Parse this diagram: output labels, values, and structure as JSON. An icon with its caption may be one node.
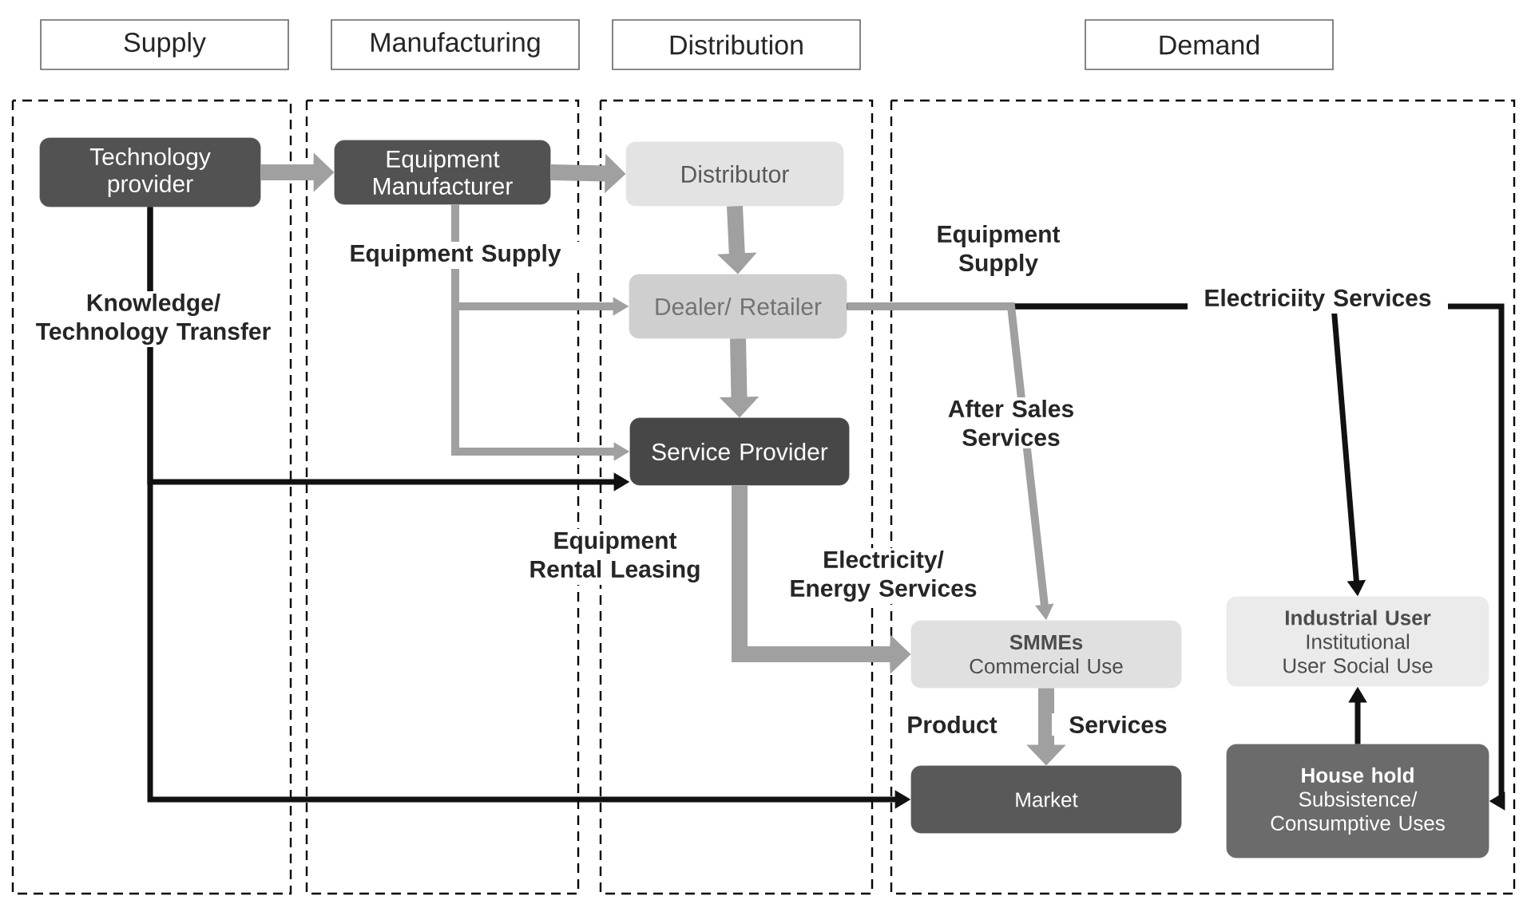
{
  "diagram": {
    "nodes": [
      {
        "text": [
          "Supply"
        ]
      },
      {
        "text": [
          "Manufacturing"
        ]
      },
      {
        "text": [
          "Distribution"
        ]
      },
      {
        "text": [
          "Demand"
        ]
      },
      {
        "text": [
          "Technology provider"
        ]
      },
      {
        "text": [
          "Equipment Manufacturer"
        ]
      },
      {
        "text": [
          "Distributor"
        ]
      },
      {
        "text": [
          "Dealer/ Retailer"
        ]
      },
      {
        "text": [
          "Service Provider"
        ]
      },
      {
        "text": [
          "SMMEs",
          "Commercial Use"
        ]
      },
      {
        "text": [
          "Industrial User",
          "Institutional User Social Use"
        ]
      },
      {
        "text": [
          "Market"
        ]
      },
      {
        "text": [
          "House hold",
          "Subsistence/ Consumptive Uses"
        ]
      }
    ],
    "edges": [
      {
        "from": 4,
        "to": 5,
        "arrow": "to",
        "style": "thick"
      },
      {
        "from": 5,
        "to": 6,
        "arrow": "to",
        "style": "thick"
      },
      {
        "from": 6,
        "to": 7,
        "arrow": "to",
        "style": "thick"
      },
      {
        "from": 7,
        "to": 8,
        "arrow": "to",
        "style": "thick"
      },
      {
        "from": 5,
        "to": 7,
        "arrow": "to",
        "label": "Equipment Supply"
      },
      {
        "from": 5,
        "to": 8,
        "arrow": "to"
      },
      {
        "from": 4,
        "to": 8,
        "arrow": "to",
        "color": "#111111",
        "label": "Knowledge/ Technology Transfer"
      },
      {
        "from": 4,
        "to": 11,
        "arrow": "to",
        "color": "#111111"
      },
      {
        "from": 8,
        "to": 9,
        "arrow": "to",
        "style": "thick",
        "label": "Equipment Rental Leasing"
      },
      {
        "from": 7,
        "to": 12,
        "arrow": "to",
        "color": "#111111",
        "label": "Electriciity Services"
      },
      {
        "from": 7,
        "to": 10,
        "arrow": "to",
        "color": "#111111"
      },
      {
        "from": 7,
        "to": 9,
        "arrow": "to",
        "label": "After Sales Services"
      },
      {
        "from": 12,
        "to": 10,
        "arrow": "to",
        "color": "#111111"
      },
      {
        "from": 9,
        "to": 11,
        "arrow": "to",
        "style": "thick"
      }
    ],
    "labels": [
      "Equipment Supply",
      "Electricity/ Energy Services",
      "Product",
      "Services"
    ]
  }
}
